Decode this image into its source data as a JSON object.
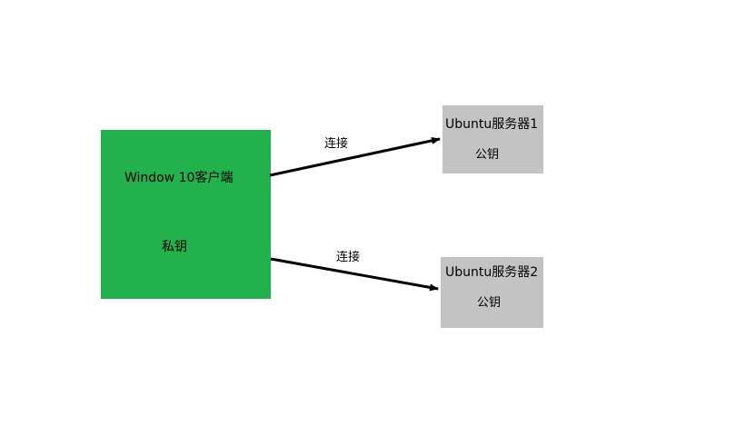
{
  "client": {
    "title": "Window 10客户端",
    "key": "私钥",
    "color": "#22b14c"
  },
  "servers": [
    {
      "title": "Ubuntu服务器1",
      "key": "公钥"
    },
    {
      "title": "Ubuntu服务器2",
      "key": "公钥"
    }
  ],
  "connections": [
    {
      "label": "连接"
    },
    {
      "label": "连接"
    }
  ],
  "colors": {
    "server_fill": "#c3c3c3",
    "arrow": "#000000"
  }
}
